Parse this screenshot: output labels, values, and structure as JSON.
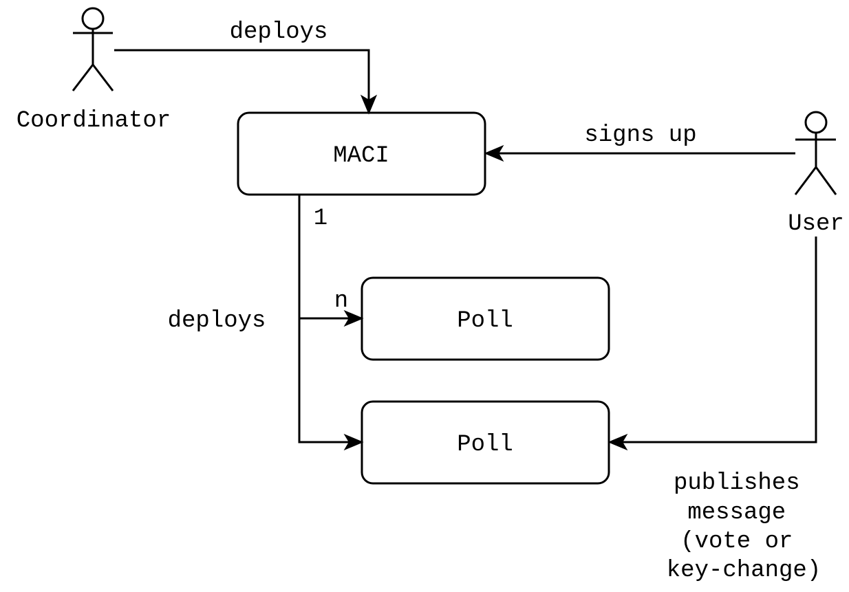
{
  "actors": {
    "coordinator": {
      "label": "Coordinator"
    },
    "user": {
      "label": "User"
    }
  },
  "nodes": {
    "maci": {
      "label": "MACI"
    },
    "poll_1": {
      "label": "Poll"
    },
    "poll_2": {
      "label": "Poll"
    }
  },
  "edges": {
    "coordinator_deploys": {
      "label": "deploys"
    },
    "user_signs_up": {
      "label": "signs up"
    },
    "maci_deploys": {
      "label": "deploys"
    },
    "multiplicity_one": {
      "label": "1"
    },
    "multiplicity_n": {
      "label": "n"
    },
    "user_publishes": {
      "lines": [
        "publishes",
        "message",
        "(vote or",
        "key-change)"
      ]
    }
  }
}
